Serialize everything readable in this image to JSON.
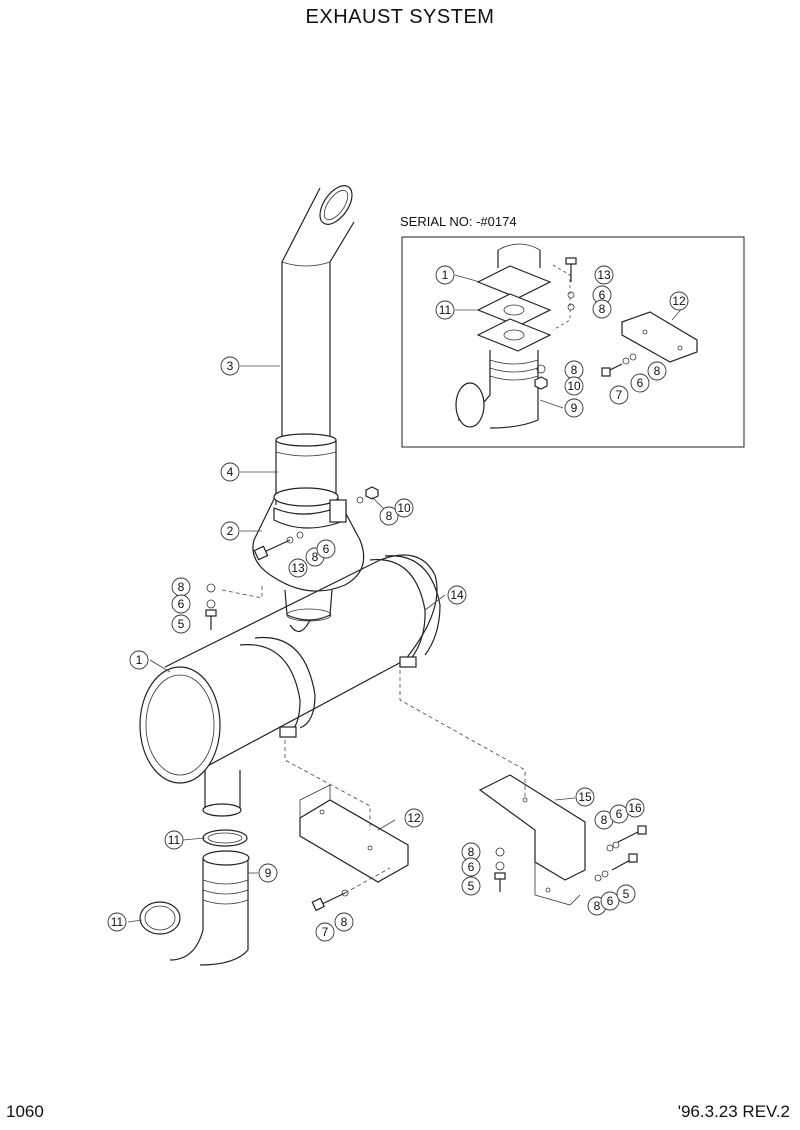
{
  "header": {
    "title": "EXHAUST SYSTEM"
  },
  "inset": {
    "serial_label": "SERIAL NO: -#0174"
  },
  "callouts": {
    "c1": "1",
    "c2": "2",
    "c3": "3",
    "c4": "4",
    "c5": "5",
    "c6": "6",
    "c7": "7",
    "c8": "8",
    "c9": "9",
    "c10": "10",
    "c11": "11",
    "c12": "12",
    "c13": "13",
    "c14": "14",
    "c15": "15",
    "c16": "16"
  },
  "footer": {
    "page_number": "1060",
    "revision": "'96.3.23   REV.2"
  }
}
